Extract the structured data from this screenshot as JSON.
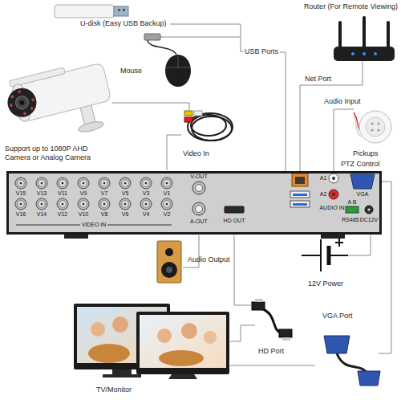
{
  "diagram": {
    "nodes": [
      {
        "text": [
          "V15",
          "V13",
          "V11",
          "V9",
          "V7",
          "V5",
          "V3",
          "V1",
          "V16",
          "V14",
          "V12",
          "V10",
          "V8",
          "V6",
          "V4",
          "V2",
          "VIDEO IN",
          "V-OUT",
          "A-OUT",
          "HD OUT",
          "A1",
          "A2",
          "AUDIO IN",
          "VGA",
          "A B",
          "RS485",
          "DC12V"
        ]
      }
    ],
    "labels": [
      "U-disk (Easy USB Backup)",
      "Mouse",
      "USB Ports",
      "Router (For Remote Viewing)",
      "Net Port",
      "Audio Input",
      "Pickups",
      "PTZ Control",
      "Support up to 1080P AHD Camera or Analog Camera",
      "Video In",
      "Audio Output",
      "12V Power",
      "HD Port",
      "VGA Port",
      "TV/Monitor"
    ]
  }
}
